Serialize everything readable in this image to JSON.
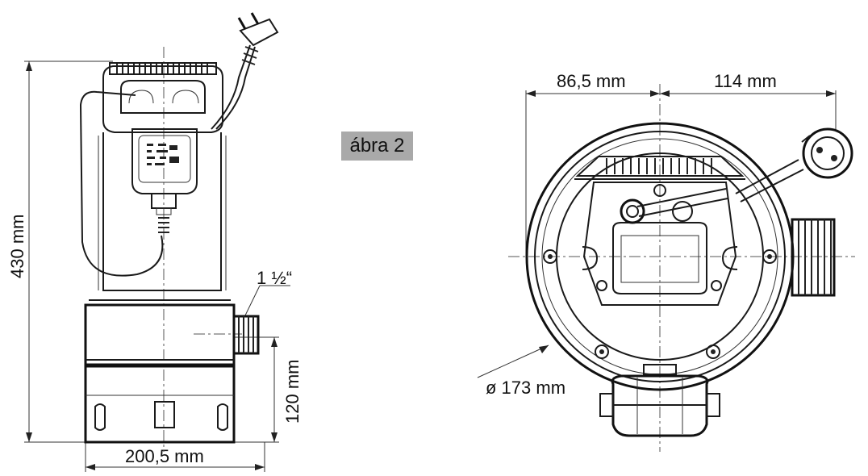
{
  "figure_label": "ábra 2",
  "side_view": {
    "height_label": "430 mm",
    "width_label": "200,5 mm",
    "base_height_label": "120 mm",
    "outlet_label": "1 ½“"
  },
  "top_view": {
    "left_offset_label": "86,5 mm",
    "right_offset_label": "114 mm",
    "diameter_label": "ø 173 mm"
  }
}
